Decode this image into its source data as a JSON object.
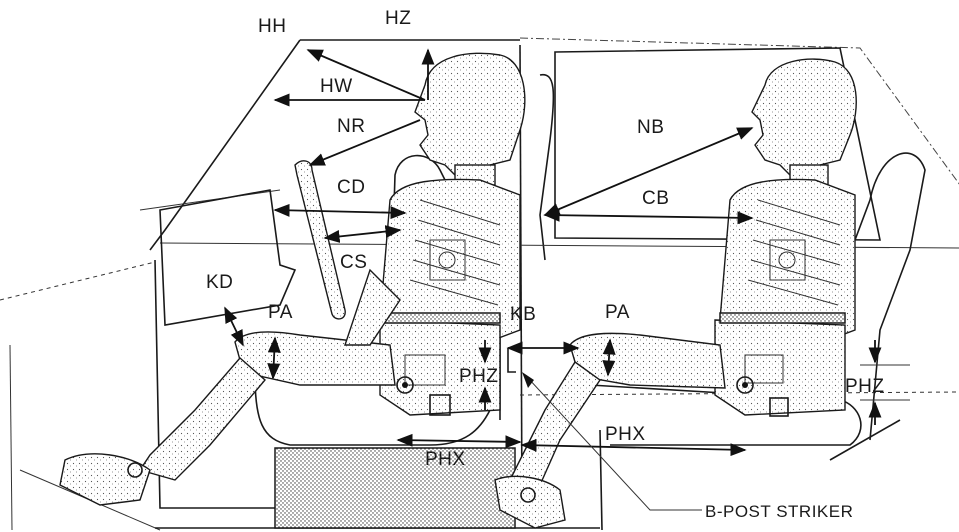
{
  "labels": {
    "hh": "HH",
    "hz": "HZ",
    "hw": "HW",
    "nr": "NR",
    "cd": "CD",
    "cs": "CS",
    "kd": "KD",
    "pa_front": "PA",
    "kb": "KB",
    "phz_front": "PHZ",
    "phx_front": "PHX",
    "nb": "NB",
    "cb": "CB",
    "pa_rear": "PA",
    "phz_rear": "PHZ",
    "phx_rear": "PHX",
    "b_post_striker": "B-POST STRIKER"
  },
  "colors": {
    "ink": "#1a1a1a",
    "paper": "#ffffff"
  }
}
